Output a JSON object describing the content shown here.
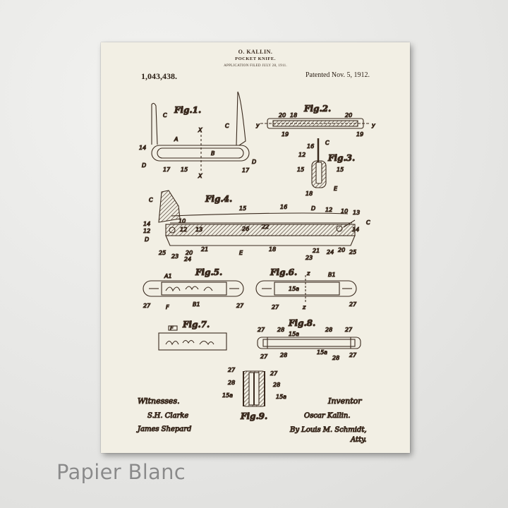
{
  "patent": {
    "inventor_heading": "O. KALLIN.",
    "title": "POCKET KNIFE.",
    "filed": "APPLICATION FILED JULY 28, 1911.",
    "number": "1,043,438.",
    "patented": "Patented Nov. 5, 1912."
  },
  "figures": {
    "fig1": "Fig.1.",
    "fig2": "Fig.2.",
    "fig3": "Fig.3.",
    "fig4": "Fig.4.",
    "fig5": "Fig.5.",
    "fig6": "Fig.6.",
    "fig7": "Fig.7.",
    "fig8": "Fig.8.",
    "fig9": "Fig.9."
  },
  "refs": {
    "C": "C",
    "A": "A",
    "B": "B",
    "D": "D",
    "X": "X",
    "E": "E",
    "F": "F",
    "A1": "A1",
    "B1": "B1",
    "y": "y",
    "z": "z",
    "15a": "15a",
    "n10": "10",
    "n12": "12",
    "n13": "13",
    "n14": "14",
    "n15": "15",
    "n16": "16",
    "n17": "17",
    "n18": "18",
    "n19": "19",
    "n20": "20",
    "n21": "21",
    "n22": "22",
    "n23": "23",
    "n24": "24",
    "n25": "25",
    "n26": "26",
    "n27": "27",
    "n28": "28"
  },
  "signatures": {
    "witnesses_heading": "Witnesses.",
    "witness1": "S.H. Clarke",
    "witness2": "James Shepard",
    "inventor_heading": "Inventor",
    "inventor_name": "Oscar Kallin.",
    "attorney_line": "By Louis M. Schmidt,",
    "attorney_suffix": "Atty."
  },
  "caption": "Papier Blanc",
  "colors": {
    "ink": "#3a2a1e",
    "paper": "#f2efe4",
    "wall": "#e9e9e7",
    "caption": "#8a8a8a"
  }
}
